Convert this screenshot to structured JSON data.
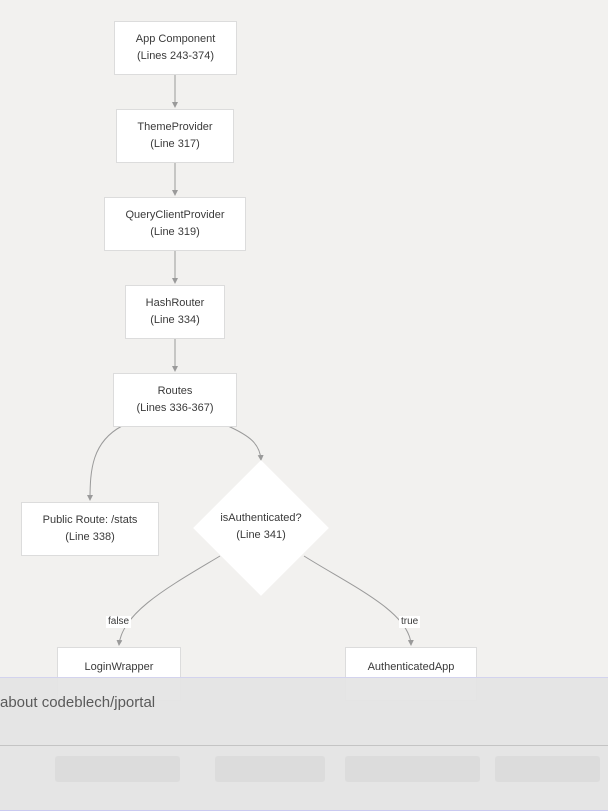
{
  "diagram": {
    "nodes": {
      "app": {
        "label": "App Component",
        "sub": "(Lines 243-374)"
      },
      "theme": {
        "label": "ThemeProvider",
        "sub": "(Line 317)"
      },
      "query": {
        "label": "QueryClientProvider",
        "sub": "(Line 319)"
      },
      "router": {
        "label": "HashRouter",
        "sub": "(Line 334)"
      },
      "routes": {
        "label": "Routes",
        "sub": "(Lines 336-367)"
      },
      "public": {
        "label": "Public Route: /stats",
        "sub": "(Line 338)"
      },
      "auth": {
        "label": "isAuthenticated?",
        "sub": "(Line 341)"
      },
      "login": {
        "label": "LoginWrapper"
      },
      "authapp": {
        "label": "AuthenticatedApp"
      }
    },
    "edge_labels": {
      "false": "false",
      "true": "true"
    }
  },
  "bottom_bar": {
    "title": "about codeblech/jportal"
  },
  "colors": {
    "background": "#f2f1ef",
    "node_fill": "#ffffff",
    "edge": "#9a9a9a",
    "bar_border": "#c9c9f0"
  }
}
